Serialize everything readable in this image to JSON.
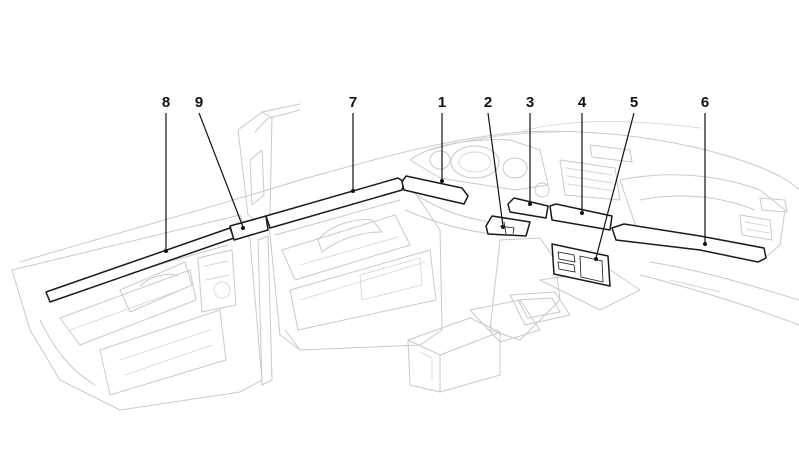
{
  "diagram": {
    "callouts": [
      {
        "label": "1"
      },
      {
        "label": "2"
      },
      {
        "label": "3"
      },
      {
        "label": "4"
      },
      {
        "label": "5"
      },
      {
        "label": "6"
      },
      {
        "label": "7"
      },
      {
        "label": "8"
      },
      {
        "label": "9"
      }
    ],
    "colors": {
      "line": "#1a1a1a",
      "ghost": "#c9c9c9",
      "background": "#ffffff"
    }
  }
}
